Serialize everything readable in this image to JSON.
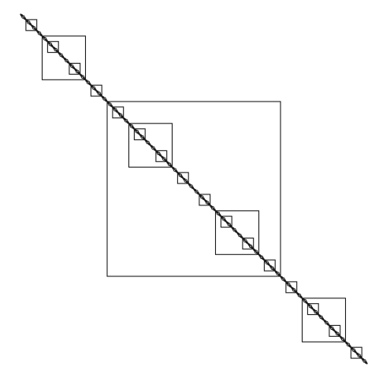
{
  "figure": {
    "kind": "recursive-square-and-circle-fractal",
    "background_color": "#ffffff",
    "stroke_color": "#1a1a1a",
    "recursion_depth": 4,
    "frame_shape": "square",
    "node_shape": "circle",
    "orientation": "descending-diagonal"
  }
}
